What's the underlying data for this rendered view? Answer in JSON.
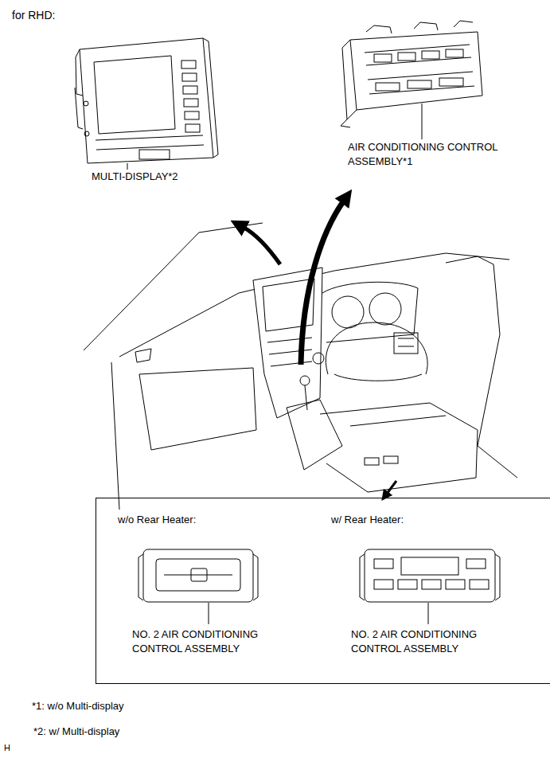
{
  "diagram": {
    "nodes": [
      {
        "text": [
          "w/o Rear Heater:",
          "w/ Rear Heater:",
          "NO. 2 AIR CONDITIONING CONTROL ASSEMBLY",
          "NO. 2 AIR CONDITIONING CONTROL ASSEMBLY"
        ]
      }
    ],
    "labels": [
      "for RHD:",
      "MULTI-DISPLAY*2",
      "AIR CONDITIONING CONTROL ASSEMBLY*1",
      "*1: w/o Multi-display",
      "*2: w/ Multi-display",
      "H"
    ]
  }
}
